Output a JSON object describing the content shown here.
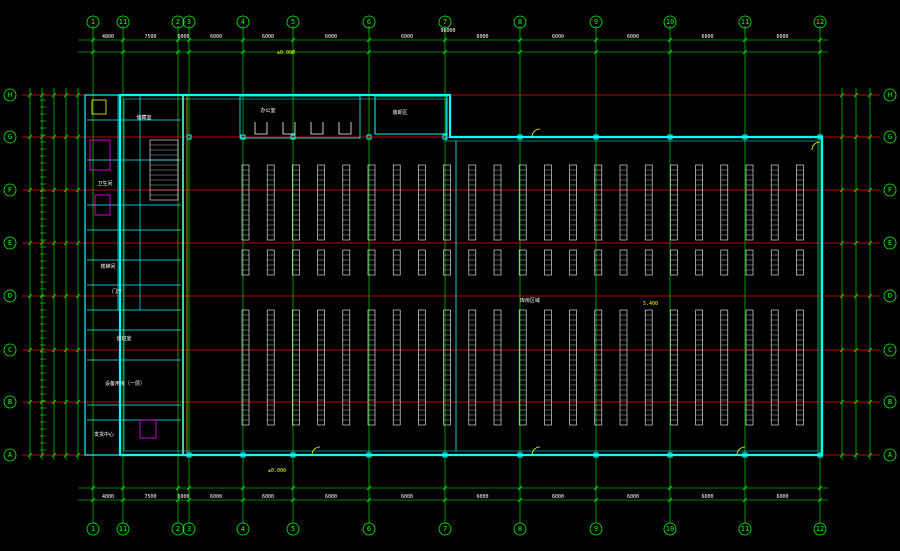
{
  "drawing": {
    "column_grid": [
      "1",
      "11",
      "2",
      "3",
      "4",
      "5",
      "6",
      "7",
      "8",
      "9",
      "10",
      "11",
      "12"
    ],
    "row_grid": [
      "H",
      "G",
      "F",
      "E",
      "D",
      "C",
      "B",
      "A"
    ],
    "overall_dimension_text": "96000",
    "bay_dimensions_top": [
      "4800",
      "7500",
      "6000",
      "6000",
      "6000",
      "6000",
      "6000",
      "6000",
      "6000",
      "6000",
      "6000",
      "6000"
    ],
    "room_labels": {
      "warehouse_main": "库房区域",
      "loading": "装卸区",
      "office": "办公室",
      "storage": "储藏室",
      "lobby": "门厅",
      "stairs": "楼梯间",
      "washroom": "卫生间",
      "duty": "值班室",
      "equipment": "设备用房（一层）",
      "shipping": "发货中心"
    },
    "level_mark": "±0.000",
    "elevation_tag": "5.400",
    "colors": {
      "background": "#000000",
      "axis_line": "#ff0000",
      "dimension": "#00ff00",
      "wall": "#00ffff",
      "rack": "#ffffff",
      "annotation": "#ffff00",
      "fixture": "#ff00ff"
    }
  }
}
